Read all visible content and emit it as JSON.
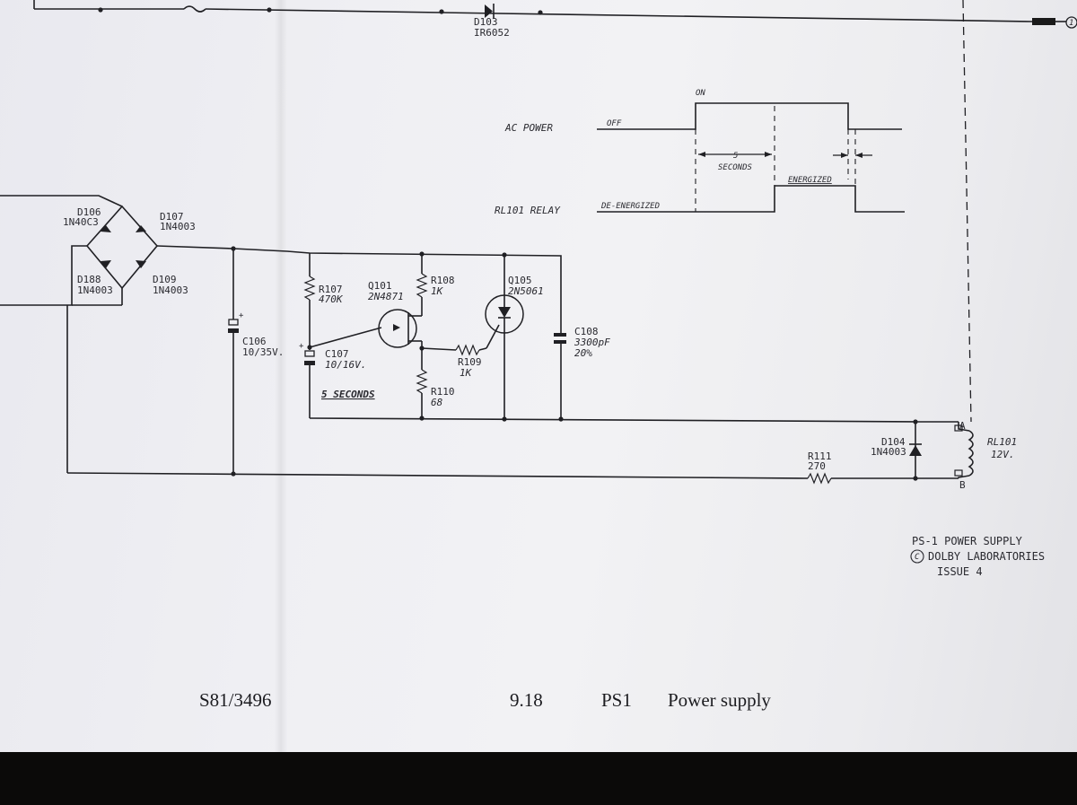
{
  "components": {
    "d103": {
      "ref": "D103",
      "value": "IR6052"
    },
    "d106": {
      "ref": "D106",
      "value": "1N40C3"
    },
    "d107": {
      "ref": "D107",
      "value": "1N4003"
    },
    "d108": {
      "ref": "D188",
      "value": "1N4003"
    },
    "d109": {
      "ref": "D109",
      "value": "1N4003"
    },
    "c106": {
      "ref": "C106",
      "value": "10/35V."
    },
    "r107": {
      "ref": "R107",
      "value": "470K"
    },
    "c107": {
      "ref": "C107",
      "value": "10/16V."
    },
    "timing_note": "5 SECONDS",
    "q101": {
      "ref": "Q101",
      "value": "2N4871"
    },
    "r108": {
      "ref": "R108",
      "value": "1K"
    },
    "r109": {
      "ref": "R109",
      "value": "1K"
    },
    "r110": {
      "ref": "R110",
      "value": "68"
    },
    "q105": {
      "ref": "Q105",
      "value": "2N5061"
    },
    "c108": {
      "ref": "C108",
      "value": "3300pF",
      "tolerance": "20%"
    },
    "r111": {
      "ref": "R111",
      "value": "270"
    },
    "d104": {
      "ref": "D104",
      "value": "1N4003"
    },
    "rl101": {
      "ref": "RL101",
      "value": "12V."
    },
    "terminal_a": "A",
    "terminal_b": "B",
    "connector_ref": "1"
  },
  "timing": {
    "ac_power_label": "AC POWER",
    "off_label": "OFF",
    "on_label": "ON",
    "relay_label": "RL101 RELAY",
    "deenergized_label": "DE-ENERGIZED",
    "energized_label": "ENERGIZED",
    "seconds_value": "5",
    "seconds_unit": "SECONDS"
  },
  "title_block": {
    "line1": "PS-1 POWER SUPPLY",
    "line2": "DOLBY LABORATORIES",
    "copyright_symbol": "C",
    "line3": "ISSUE 4"
  },
  "footer": {
    "doc_number": "S81/3496",
    "page_number": "9.18",
    "section_code": "PS1",
    "section_title": "Power supply"
  },
  "colors": {
    "ink": "#202024",
    "paper": "#efeff3",
    "background": "#0b0a09"
  }
}
